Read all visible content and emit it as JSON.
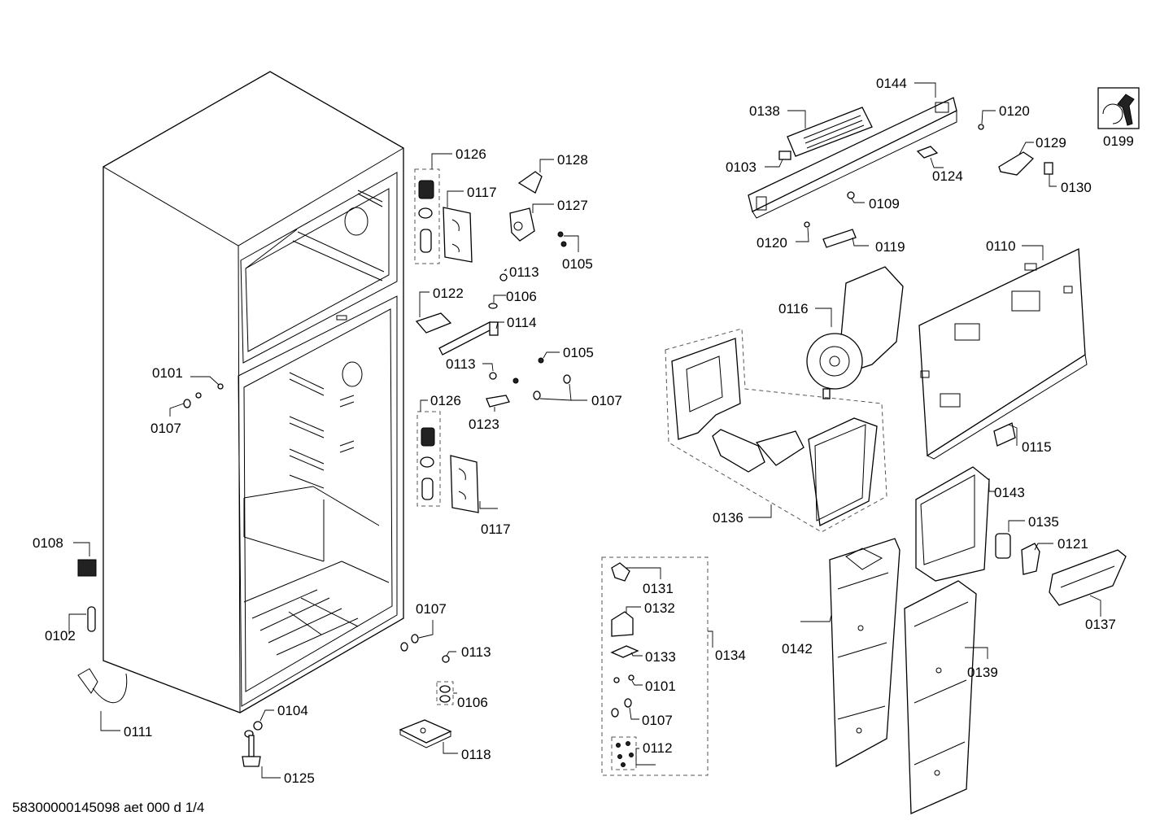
{
  "document_code": "58300000145098 aet 000 d 1/4",
  "labels": [
    {
      "key": "l0101a",
      "text": "0101"
    },
    {
      "key": "l0107a",
      "text": "0107"
    },
    {
      "key": "l0108",
      "text": "0108"
    },
    {
      "key": "l0102",
      "text": "0102"
    },
    {
      "key": "l0111",
      "text": "0111"
    },
    {
      "key": "l0104",
      "text": "0104"
    },
    {
      "key": "l0125",
      "text": "0125"
    },
    {
      "key": "l0126a",
      "text": "0126"
    },
    {
      "key": "l0117a",
      "text": "0117"
    },
    {
      "key": "l0128",
      "text": "0128"
    },
    {
      "key": "l0127",
      "text": "0127"
    },
    {
      "key": "l0105a",
      "text": "0105"
    },
    {
      "key": "l0113a",
      "text": "0113"
    },
    {
      "key": "l0106a",
      "text": "0106"
    },
    {
      "key": "l0122",
      "text": "0122"
    },
    {
      "key": "l0114",
      "text": "0114"
    },
    {
      "key": "l0113b",
      "text": "0113"
    },
    {
      "key": "l0105b",
      "text": "0105"
    },
    {
      "key": "l0107b",
      "text": "0107"
    },
    {
      "key": "l0123",
      "text": "0123"
    },
    {
      "key": "l0126b",
      "text": "0126"
    },
    {
      "key": "l0117b",
      "text": "0117"
    },
    {
      "key": "l0107c",
      "text": "0107"
    },
    {
      "key": "l0113c",
      "text": "0113"
    },
    {
      "key": "l0106b",
      "text": "0106"
    },
    {
      "key": "l0118",
      "text": "0118"
    },
    {
      "key": "l0144",
      "text": "0144"
    },
    {
      "key": "l0138",
      "text": "0138"
    },
    {
      "key": "l0103",
      "text": "0103"
    },
    {
      "key": "l0120a",
      "text": "0120"
    },
    {
      "key": "l0124",
      "text": "0124"
    },
    {
      "key": "l0129",
      "text": "0129"
    },
    {
      "key": "l0130",
      "text": "0130"
    },
    {
      "key": "l0199",
      "text": "0199"
    },
    {
      "key": "l0109",
      "text": "0109"
    },
    {
      "key": "l0120b",
      "text": "0120"
    },
    {
      "key": "l0119",
      "text": "0119"
    },
    {
      "key": "l0110",
      "text": "0110"
    },
    {
      "key": "l0116",
      "text": "0116"
    },
    {
      "key": "l0115",
      "text": "0115"
    },
    {
      "key": "l0143",
      "text": "0143"
    },
    {
      "key": "l0136",
      "text": "0136"
    },
    {
      "key": "l0135",
      "text": "0135"
    },
    {
      "key": "l0121",
      "text": "0121"
    },
    {
      "key": "l0137",
      "text": "0137"
    },
    {
      "key": "l0131",
      "text": "0131"
    },
    {
      "key": "l0132",
      "text": "0132"
    },
    {
      "key": "l0133",
      "text": "0133"
    },
    {
      "key": "l0134",
      "text": "0134"
    },
    {
      "key": "l0101b",
      "text": "0101"
    },
    {
      "key": "l0107d",
      "text": "0107"
    },
    {
      "key": "l0112",
      "text": "0112"
    },
    {
      "key": "l0142",
      "text": "0142"
    },
    {
      "key": "l0139",
      "text": "0139"
    }
  ]
}
